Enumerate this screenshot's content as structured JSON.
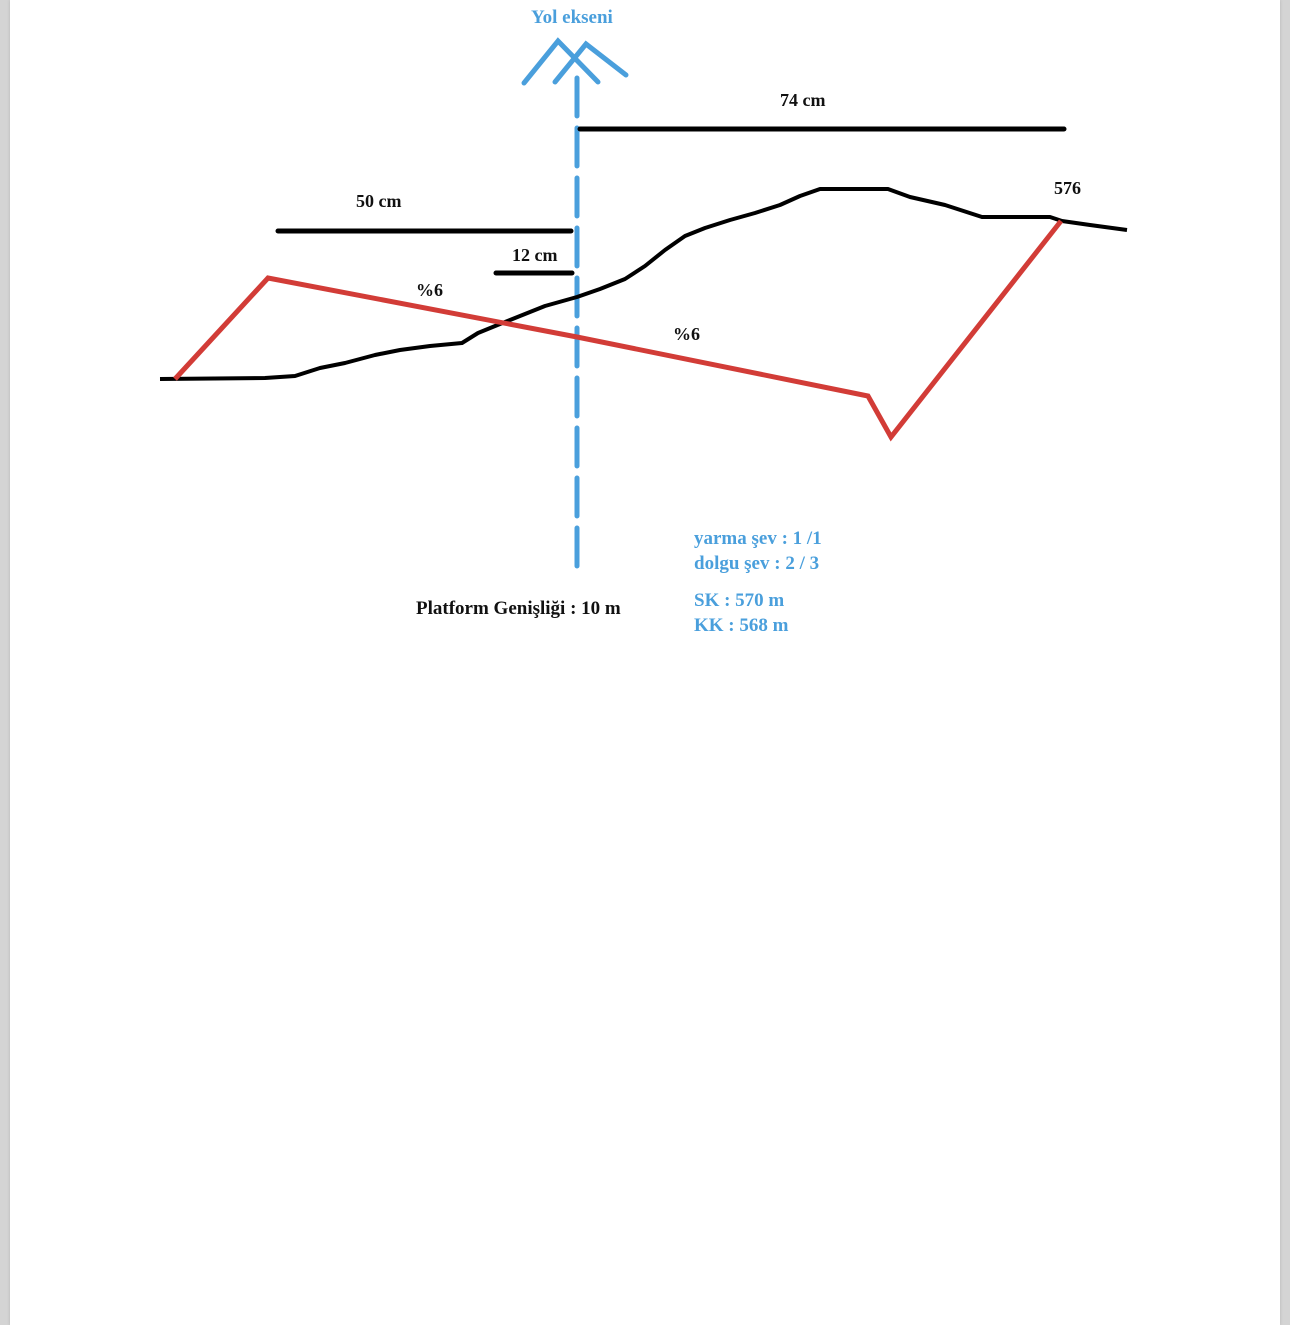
{
  "diagram": {
    "title": "Yol ekseni",
    "colors": {
      "axis": "#4a9fdc",
      "ground": "#000000",
      "road_section": "#d23c37",
      "text": "#111111",
      "info_text": "#4a9fdc"
    },
    "dimensions": {
      "right_width": "74 cm",
      "left_width": "50 cm",
      "center_offset": "12 cm"
    },
    "slopes": {
      "left_crossfall": "%6",
      "right_crossfall": "%6"
    },
    "elevation_label": "576",
    "platform_width": "Platform Genişliği : 10 m",
    "info": {
      "cut_slope": "yarma şev : 1 /1",
      "fill_slope": "dolgu şev : 2 / 3",
      "sk": "SK : 570 m",
      "kk": "KK : 568 m"
    }
  }
}
